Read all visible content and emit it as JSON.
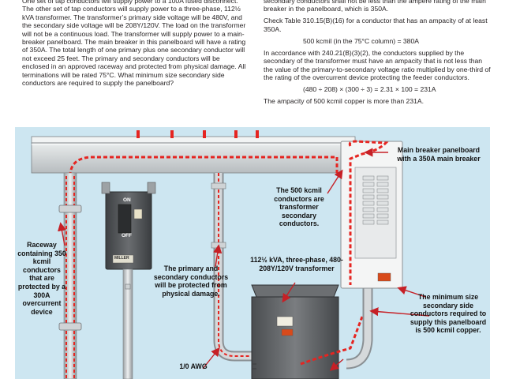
{
  "left_column": {
    "paragraph": "One set of tap conductors will supply power to a 100A fused disconnect. The other set of tap conductors will supply power to a three-phase, 112½ kVA transformer. The transformer’s primary side voltage will be 480V, and the secondary side voltage will be 208Y/120V. The load on the transformer will not be a continuous load. The transformer will supply power to a main-breaker panelboard. The main breaker in this panelboard will have a rating of 350A. The total length of one primary plus one secondary conductor will not exceed 25 feet. The primary and secondary conductors will be enclosed in an approved raceway and protected from physical damage. All terminations will be rated 75°C. What minimum size secondary side conductors are required to supply the panelboard?"
  },
  "right_column": {
    "p1": "secondary conductors shall not be less than the ampere rating of the main breaker in the panelboard, which is 350A.",
    "p2": "Check Table 310.15(B)(16) for a conductor that has an ampacity of at least 350A.",
    "eq1": "500 kcmil (in the 75°C column) = 380A",
    "p3": "In accordance with 240.21(B)(3)(2), the conductors supplied by the secondary of the transformer must have an ampacity that is not less than the value of the primary-to-secondary voltage ratio multiplied by one-third of the rating of the overcurrent device protecting the feeder conductors.",
    "eq2": "(480 ÷ 208) × (300 ÷ 3) = 2.31 × 100 = 231A",
    "p4": "The ampacity of 500 kcmil copper is more than 231A."
  },
  "illustration": {
    "callout_main_breaker": "Main breaker panelboard with a 350A main breaker",
    "callout_500_kcmil": "The 500 kcmil conductors are transformer secondary conductors.",
    "callout_raceway": "Raceway containing 350 kcmil conductors that are protected by a 300A overcurrent device",
    "callout_protected": "The primary and secondary conductors will be protected from physical damage.",
    "callout_transformer": "112½ kVA, three-phase, 480-208Y/120V transformer",
    "callout_min_size": "The minimum size secondary side conductors required to supply this panelboard is 500 kcmil copper.",
    "callout_awg": "1/0 AWG",
    "switch_on": "ON",
    "switch_off": "OFF",
    "brand": "MILLER",
    "colors": {
      "background": "#cde6f1",
      "conductor": "#e52521",
      "arrow": "#c62026",
      "enclosure": "#5c5f62",
      "conduit": "#b5b9bc"
    }
  }
}
